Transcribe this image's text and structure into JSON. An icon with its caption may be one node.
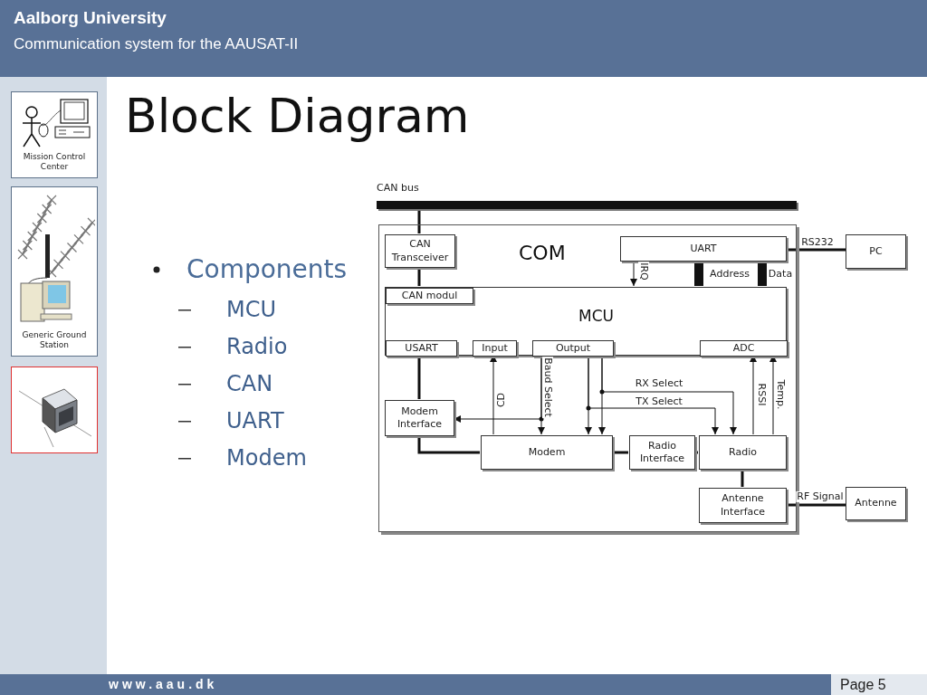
{
  "diagram": {
    "title": "Block Diagram",
    "nodes": [
      {
        "text": [
          "Mission Control Center"
        ]
      },
      {
        "text": [
          "Generic Ground Station"
        ]
      },
      {
        "text": [],
        "shape": "picture"
      },
      {
        "text": [],
        "shape": "bar",
        "beside": [
          "CAN bus"
        ]
      },
      {
        "text": [
          "COM"
        ]
      },
      {
        "text": [
          "CAN Transceiver"
        ],
        "in": 4
      },
      {
        "text": [
          "UART"
        ],
        "in": 4
      },
      {
        "text": [
          "MCU"
        ],
        "in": 4
      },
      {
        "text": [
          "CAN modul"
        ],
        "in": 7
      },
      {
        "text": [
          "USART"
        ],
        "in": 7
      },
      {
        "text": [
          "Input"
        ],
        "in": 7
      },
      {
        "text": [
          "Output"
        ],
        "in": 7
      },
      {
        "text": [
          "ADC"
        ],
        "in": 7
      },
      {
        "text": [
          "Modem Interface"
        ],
        "in": 4
      },
      {
        "text": [
          "Modem"
        ],
        "in": 4
      },
      {
        "text": [
          "Radio Interface"
        ],
        "in": 4
      },
      {
        "text": [
          "Radio"
        ],
        "in": 4
      },
      {
        "text": [
          "Antenne Interface"
        ],
        "in": 4
      },
      {
        "text": [
          "PC"
        ]
      },
      {
        "text": [
          "Antenne"
        ]
      }
    ],
    "edges": [
      {
        "from": 3,
        "to": 5,
        "arrow": "none"
      },
      {
        "from": 5,
        "to": 8,
        "arrow": "none"
      },
      {
        "from": 6,
        "to": 18,
        "arrow": "none",
        "label": "RS232"
      },
      {
        "from": 6,
        "to": 7,
        "arrow": "to",
        "label": "IRQ"
      },
      {
        "from": 6,
        "to": 7,
        "arrow": "none",
        "style": "thick",
        "label": "Address"
      },
      {
        "from": 6,
        "to": 7,
        "arrow": "none",
        "style": "thick",
        "label": "Data"
      },
      {
        "from": 9,
        "to": 13,
        "arrow": "none"
      },
      {
        "from": 14,
        "to": 10,
        "arrow": "to",
        "label": "CD"
      },
      {
        "from": 11,
        "to": 14,
        "arrow": "to",
        "label": "Baud Select"
      },
      {
        "from": 11,
        "to": 13,
        "arrow": "to"
      },
      {
        "from": 11,
        "to": 14,
        "arrow": "to"
      },
      {
        "from": 11,
        "to": 16,
        "arrow": "to",
        "label": "TX Select"
      },
      {
        "from": 11,
        "to": 14,
        "arrow": "to"
      },
      {
        "from": 11,
        "to": 16,
        "arrow": "to",
        "label": "RX Select"
      },
      {
        "from": 13,
        "to": 14,
        "arrow": "none"
      },
      {
        "from": 14,
        "to": 15,
        "arrow": "none"
      },
      {
        "from": 15,
        "to": 16,
        "arrow": "none"
      },
      {
        "from": 16,
        "to": 12,
        "arrow": "to",
        "label": "RSSI"
      },
      {
        "from": 16,
        "to": 12,
        "arrow": "to",
        "label": "Temp."
      },
      {
        "from": 16,
        "to": 17,
        "arrow": "none"
      },
      {
        "from": 17,
        "to": 19,
        "arrow": "none",
        "label": "RF Signal"
      }
    ],
    "labels": [
      "Aalborg University",
      "Communication system for the AAUSAT-II",
      "Components",
      "MCU",
      "Radio",
      "CAN",
      "UART",
      "Modem",
      "www.aau.dk",
      "Page 5"
    ]
  }
}
